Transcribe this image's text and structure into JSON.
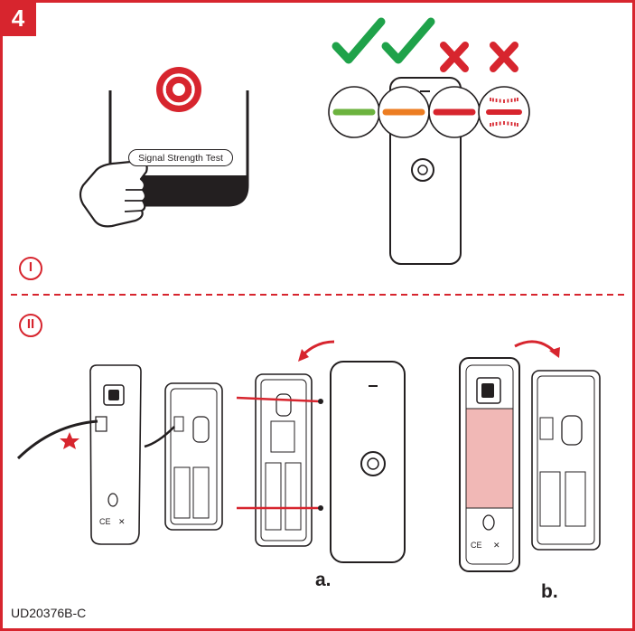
{
  "step": {
    "number": "4"
  },
  "part_one": {
    "marker": "I",
    "button_label": "Signal Strength Test",
    "indicators": [
      {
        "state": "ok",
        "light_color": "#6cb33f",
        "mark": "check-icon"
      },
      {
        "state": "ok",
        "light_color": "#ec7d22",
        "mark": "check-icon"
      },
      {
        "state": "fail",
        "light_color": "#d7252e",
        "mark": "cross-icon"
      },
      {
        "state": "fail",
        "light_color": "#d7252e",
        "mark": "cross-icon",
        "style": "flashing"
      }
    ]
  },
  "part_two": {
    "marker": "II",
    "label_a": "a.",
    "label_b": "b."
  },
  "footer": {
    "doc_code": "UD20376B-C"
  },
  "colors": {
    "brand_red": "#d7252e",
    "check_green": "#1fa24a",
    "line": "#231f20",
    "back_panel": "#f1b8b6"
  }
}
